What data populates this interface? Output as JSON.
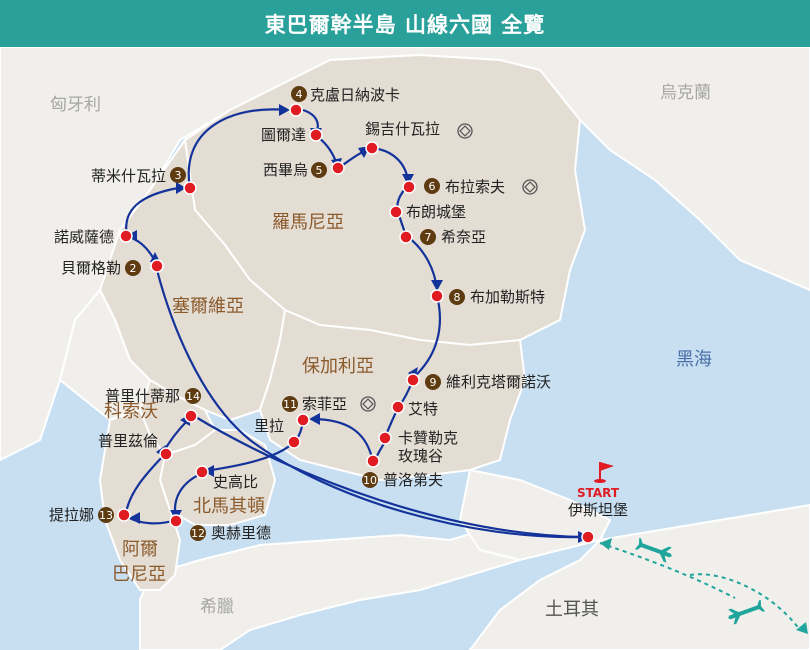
{
  "title": "東巴爾幹半島 山線六國 全覽",
  "colors": {
    "header": "#2aa09a",
    "sea": "#c7dff1",
    "land_outside": "#f1efec",
    "region": "#e4ddd4",
    "border": "#ffffff",
    "route": "#14339a",
    "stop": "#e11b22",
    "badge": "#5e3b10",
    "plane": "#1fa59c"
  },
  "labels": {
    "hungary": "匈牙利",
    "ukraine": "烏克蘭",
    "romania": "羅馬尼亞",
    "serbia": "塞爾維亞",
    "bulgaria": "保加利亞",
    "kosovo": "科索沃",
    "north_macedonia": "北馬其頓",
    "albania_1": "阿爾",
    "albania_2": "巴尼亞",
    "greece": "希臘",
    "turkey": "土耳其",
    "black_sea": "黑海",
    "start": "START"
  },
  "stops": [
    {
      "id": "krusevac",
      "name": "克盧日納波卡",
      "badge": "4"
    },
    {
      "id": "turda",
      "name": "圖爾達",
      "badge": ""
    },
    {
      "id": "sibiu",
      "name": "西畢烏",
      "badge": "5"
    },
    {
      "id": "sighisoara",
      "name": "錫吉什瓦拉",
      "badge": "",
      "heritage": true
    },
    {
      "id": "brasov",
      "name": "布拉索夫",
      "badge": "6",
      "heritage": true
    },
    {
      "id": "bran",
      "name": "布朗城堡",
      "badge": ""
    },
    {
      "id": "sinaia",
      "name": "希奈亞",
      "badge": "7"
    },
    {
      "id": "bucharest",
      "name": "布加勒斯特",
      "badge": "8"
    },
    {
      "id": "veliko",
      "name": "維利克塔爾諾沃",
      "badge": "9"
    },
    {
      "id": "etar",
      "name": "艾特",
      "badge": ""
    },
    {
      "id": "kazanlak",
      "name": "卡贊勒克\n玫瑰谷",
      "badge": ""
    },
    {
      "id": "plovdiv",
      "name": "普洛第夫",
      "badge": "10"
    },
    {
      "id": "sofia",
      "name": "索菲亞",
      "badge": "11",
      "heritage": true
    },
    {
      "id": "rila",
      "name": "里拉",
      "badge": ""
    },
    {
      "id": "skopje",
      "name": "史高比",
      "badge": ""
    },
    {
      "id": "ohrid",
      "name": "奧赫里德",
      "badge": "12"
    },
    {
      "id": "tirana",
      "name": "提拉娜",
      "badge": "13"
    },
    {
      "id": "prizren",
      "name": "普里茲倫",
      "badge": ""
    },
    {
      "id": "pristina",
      "name": "普里什蒂那",
      "badge": "14"
    },
    {
      "id": "belgrade",
      "name": "貝爾格勒",
      "badge": "2"
    },
    {
      "id": "novisad",
      "name": "諾威薩德",
      "badge": ""
    },
    {
      "id": "timisoara",
      "name": "蒂米什瓦拉",
      "badge": "3"
    },
    {
      "id": "istanbul",
      "name": "伊斯坦堡",
      "badge": ""
    }
  ]
}
